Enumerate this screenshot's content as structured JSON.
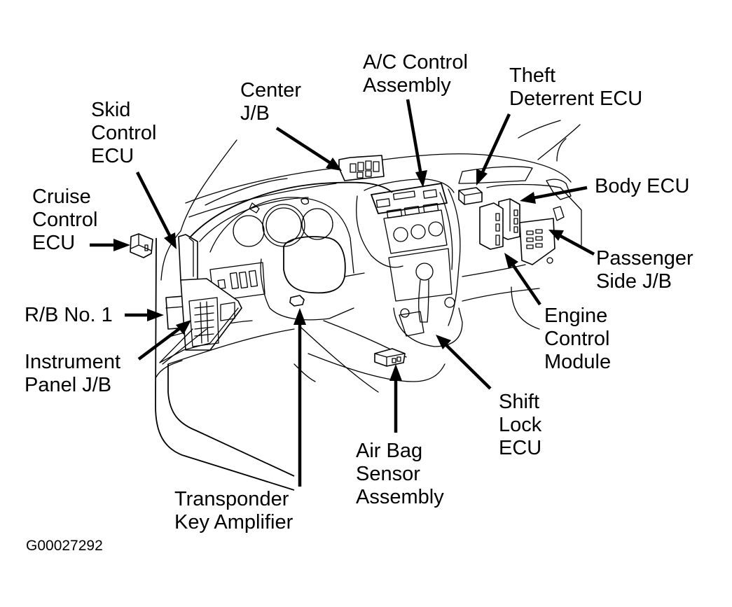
{
  "diagram": {
    "title": "Component Locations - Instrument Panel",
    "figure_id": "G00027292",
    "components": [
      {
        "id": "cruise-control-ecu",
        "lines": [
          "Cruise",
          "Control",
          "ECU"
        ]
      },
      {
        "id": "skid-control-ecu",
        "lines": [
          "Skid",
          "Control",
          "ECU"
        ]
      },
      {
        "id": "center-jb",
        "lines": [
          "Center",
          "J/B"
        ]
      },
      {
        "id": "ac-control-assembly",
        "lines": [
          "A/C Control",
          "Assembly"
        ]
      },
      {
        "id": "theft-deterrent-ecu",
        "lines": [
          "Theft",
          "Deterrent ECU"
        ]
      },
      {
        "id": "body-ecu",
        "lines": [
          "Body ECU"
        ]
      },
      {
        "id": "passenger-side-jb",
        "lines": [
          "Passenger",
          "Side J/B"
        ]
      },
      {
        "id": "engine-control-module",
        "lines": [
          "Engine",
          "Control",
          "Module"
        ]
      },
      {
        "id": "shift-lock-ecu",
        "lines": [
          "Shift",
          "Lock",
          "ECU"
        ]
      },
      {
        "id": "air-bag-sensor-assembly",
        "lines": [
          "Air Bag",
          "Sensor",
          "Assembly"
        ]
      },
      {
        "id": "transponder-key-amplifier",
        "lines": [
          "Transponder",
          "Key Amplifier"
        ]
      },
      {
        "id": "instrument-panel-jb",
        "lines": [
          "Instrument",
          "Panel J/B"
        ]
      },
      {
        "id": "rb-no-1",
        "lines": [
          "R/B No. 1"
        ]
      }
    ]
  }
}
